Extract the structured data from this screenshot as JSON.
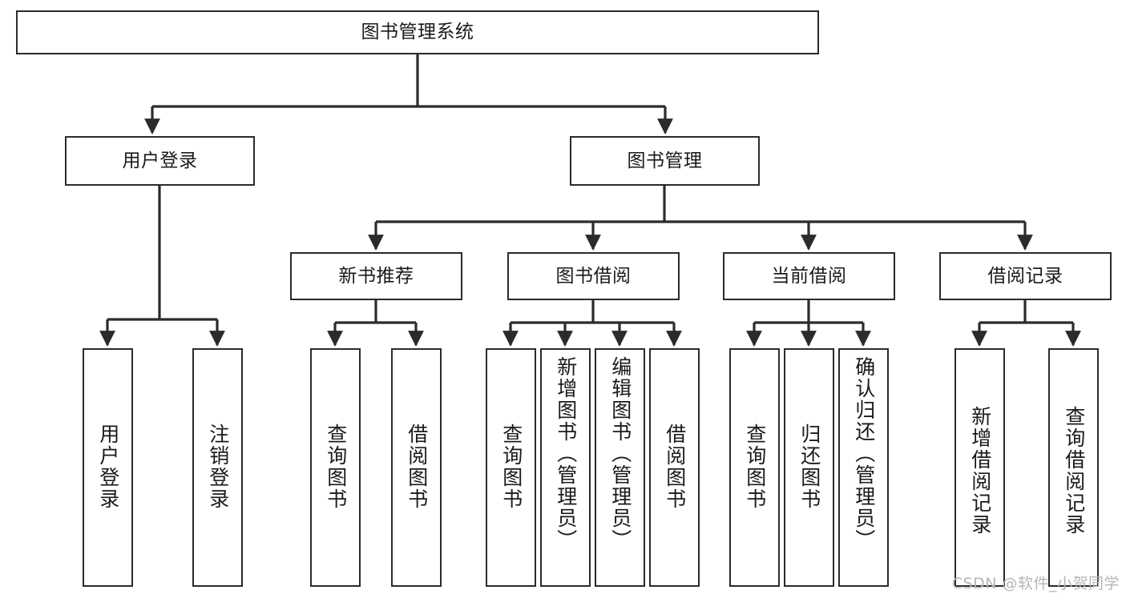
{
  "diagram": {
    "type": "tree-flowchart",
    "title": "图书管理系统",
    "watermark": "CSDN @软件_小贺同学",
    "colors": {
      "node_border": "#2b2b2b",
      "node_fill": "#ffffff",
      "edge": "#2b2b2b",
      "text": "#1a1a1a",
      "watermark": "#b6b6b6",
      "background": "#ffffff"
    },
    "nodes": {
      "root": {
        "label": "图书管理系统"
      },
      "level2": [
        {
          "label": "用户登录"
        },
        {
          "label": "图书管理"
        }
      ],
      "level3": [
        {
          "label": "新书推荐"
        },
        {
          "label": "图书借阅"
        },
        {
          "label": "当前借阅"
        },
        {
          "label": "借阅记录"
        }
      ],
      "leaves": {
        "user_login": [
          {
            "label": "用户登录"
          },
          {
            "label": "注销登录"
          }
        ],
        "new_book_recommend": [
          {
            "label": "查询图书"
          },
          {
            "label": "借阅图书"
          }
        ],
        "book_borrow": [
          {
            "label": "查询图书"
          },
          {
            "label": "新增图书（管理员）"
          },
          {
            "label": "编辑图书（管理员）"
          },
          {
            "label": "借阅图书"
          }
        ],
        "current_borrow": [
          {
            "label": "查询图书"
          },
          {
            "label": "归还图书"
          },
          {
            "label": "确认归还（管理员）"
          }
        ],
        "borrow_record": [
          {
            "label": "新增借阅记录"
          },
          {
            "label": "查询借阅记录"
          }
        ]
      }
    }
  }
}
